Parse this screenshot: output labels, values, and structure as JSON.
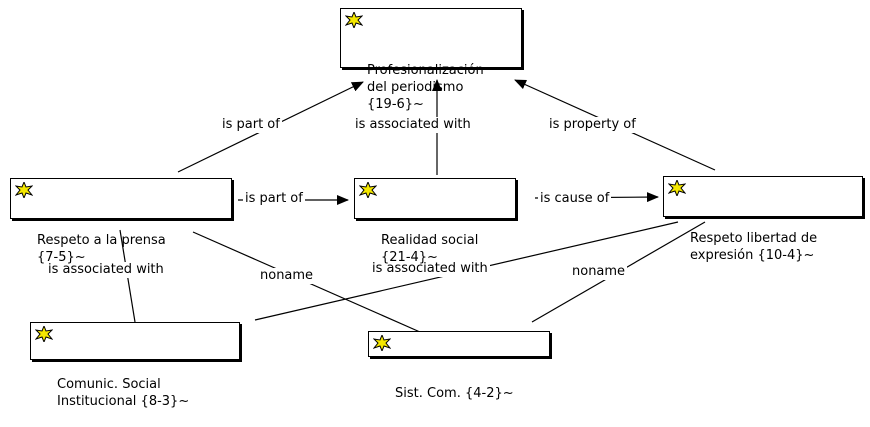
{
  "nodes": {
    "profesionalizacion": "Profesionalización\ndel periodismo\n{19-6}~",
    "respeto_prensa": "Respeto a la prensa\n{7-5}~",
    "realidad_social": "Realidad social\n{21-4}~",
    "respeto_libertad": "Respeto libertad de\nexpresión {10-4}~",
    "comunic_social": "Comunic. Social\nInstitucional {8-3}~",
    "sist_com": "Sist. Com. {4-2}~"
  },
  "edges": {
    "prensa_to_prof": "is part of",
    "realidad_to_prof": "is associated with",
    "libertad_to_prof": "is property of",
    "prensa_to_realidad": "is part of",
    "realidad_to_libertad": "is cause of",
    "prensa_to_comunic": "is associated with",
    "prensa_to_sist": "noname",
    "libertad_to_comunic": "is associated with",
    "libertad_to_sist": "noname"
  },
  "icon": "concept-star-icon",
  "colors": {
    "icon_fill": "#f5e800",
    "icon_stroke": "#000000",
    "line": "#000000"
  }
}
